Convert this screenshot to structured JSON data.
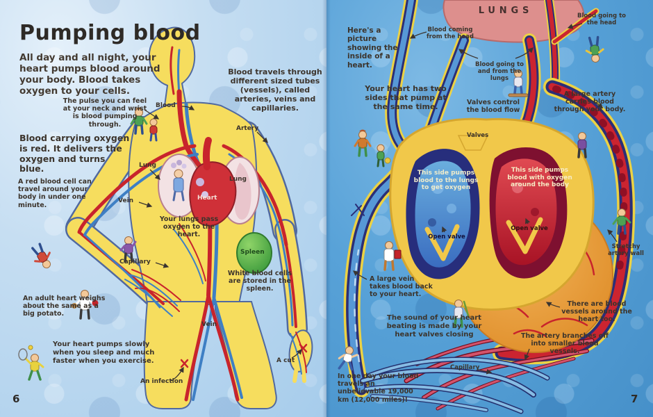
{
  "colors": {
    "page_bg_left": "#c6def2",
    "page_bg_right": "#58a2d8",
    "body_yellow": "#f6dd5e",
    "artery_red": "#c8242c",
    "vein_blue": "#3e7fc4",
    "heart_red": "#cf3038",
    "lungs_pink": "#dd8f8d",
    "spleen_green": "#49a33f",
    "heart_ring_yellow": "#f1c84a",
    "muscle_orange": "#e6932f",
    "ink": "#3c342c"
  },
  "left_page": {
    "page_number": "6",
    "title": "Pumping blood",
    "intro": "All day and all night, your heart pumps blood around your body. Blood takes oxygen to your cells.",
    "notes": {
      "pulse": "The pulse you can feel at your neck and wrist is blood pumping through.",
      "red_blue": "Blood carrying oxygen is red. It delivers the oxygen and turns blue.",
      "red_cell": "A red blood cell can travel around your body in under one minute.",
      "adult_heart": "An adult heart weighs about the same as a big potato.",
      "sleep": "Your heart pumps slowly when you sleep and much faster when you exercise.",
      "vessels": "Blood travels through different sized tubes (vessels), called arteries, veins and capillaries.",
      "lungs_pass": "Your lungs pass oxygen to the heart.",
      "white_cells": "White blood cells are stored in the spleen."
    },
    "labels": {
      "blood": "Blood",
      "artery": "Artery",
      "lung_left": "Lung",
      "lung_right": "Lung",
      "heart": "Heart",
      "vein_arm": "Vein",
      "capillary": "Capillary",
      "spleen": "Spleen",
      "vein_leg": "Vein",
      "cut": "A cut",
      "infection": "An infection"
    }
  },
  "right_page": {
    "page_number": "7",
    "lungs_caption": "LUNGS",
    "notes": {
      "intro": "Here's a picture showing the inside of a heart.",
      "two_sides": "Your heart has two sides that pump at the same time.",
      "valves_control": "Valves control the blood flow",
      "blue_side": "This side pumps blood to the lungs to get oxygen",
      "red_side": "This side pumps blood with oxygen around the body",
      "large_artery": "A large artery carries blood through your body.",
      "large_vein": "A large vein takes blood back to your heart.",
      "heart_sound": "The sound of your heart beating is made by your heart valves closing",
      "vessels_around": "There are blood vessels around the heart too.",
      "branches": "The artery branches off into smaller blood vessels.",
      "one_day": "In one day your blood travels an unbelievable 19,000 km (12,000 miles)!"
    },
    "labels": {
      "coming_head": "Blood coming from the head",
      "to_lungs": "Blood going to and from the lungs",
      "to_head": "Blood going to the head",
      "valves": "Valves",
      "open_valve_left": "Open valve",
      "open_valve_right": "Open valve",
      "stretchy": "Stretchy artery wall",
      "capillary": "Capillary"
    }
  }
}
